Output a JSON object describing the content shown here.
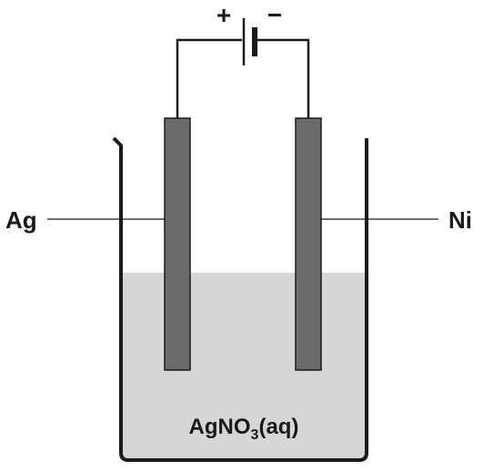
{
  "battery": {
    "positive_symbol": "+",
    "negative_symbol": "−"
  },
  "electrodes": {
    "left_label": "Ag",
    "right_label": "Ni"
  },
  "solution": {
    "formula_part1": "AgNO",
    "formula_subscript": "3",
    "formula_part2": "(aq)"
  },
  "colors": {
    "electrode": "#6b6b6b",
    "solution": "#d6d6d6",
    "lines": "#1a1a1a"
  }
}
